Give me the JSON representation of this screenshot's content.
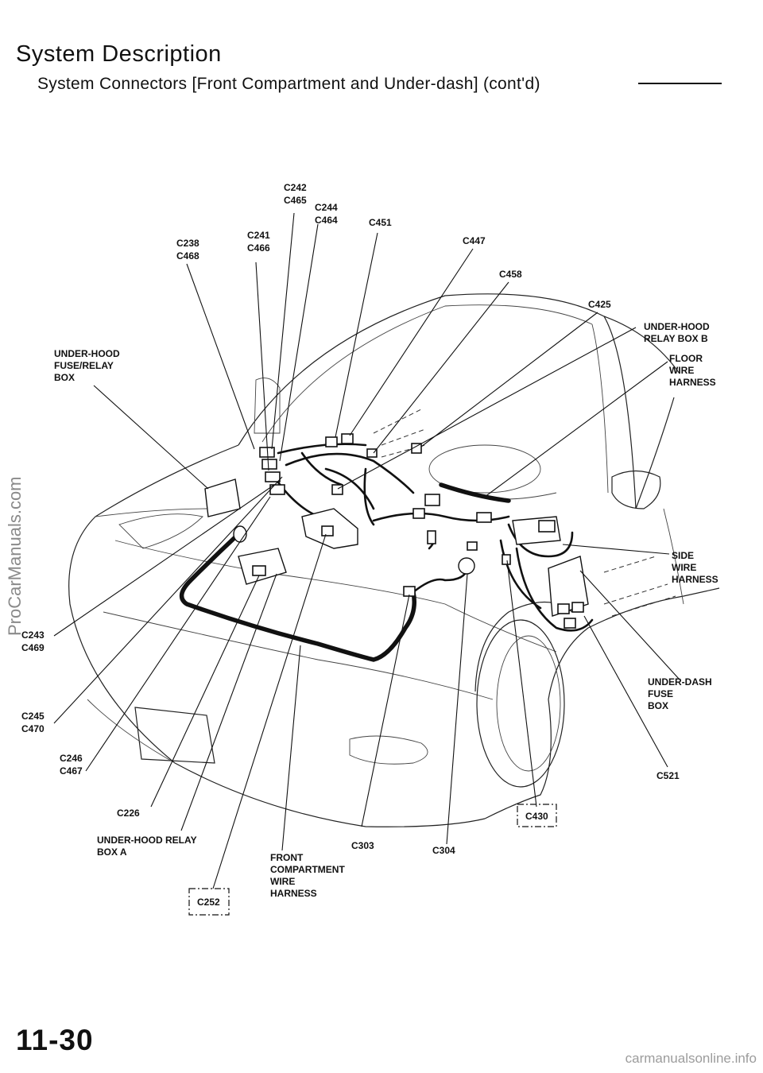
{
  "header": {
    "title": "System Description",
    "subtitle": "System Connectors [Front Compartment and Under-dash] (cont'd)"
  },
  "watermark": "ProCarManuals.com",
  "page_number": "11-30",
  "footer_site": "carmanualsonline.info",
  "labels": {
    "c242_c465": [
      "C242",
      "C465"
    ],
    "c244_c464": [
      "C244",
      "C464"
    ],
    "c451": [
      "C451"
    ],
    "c238_c468": [
      "C238",
      "C468"
    ],
    "c241_c466": [
      "C241",
      "C466"
    ],
    "c447": [
      "C447"
    ],
    "c458": [
      "C458"
    ],
    "c425": [
      "C425"
    ],
    "uh_relay_b": [
      "UNDER-HOOD",
      "RELAY BOX B"
    ],
    "floor_harness": [
      "FLOOR",
      "WIRE",
      "HARNESS"
    ],
    "uh_fuse_relay": [
      "UNDER-HOOD",
      "FUSE/RELAY",
      "BOX"
    ],
    "side_harness": [
      "SIDE",
      "WIRE",
      "HARNESS"
    ],
    "c243_c469": [
      "C243",
      "C469"
    ],
    "c245_c470": [
      "C245",
      "C470"
    ],
    "c246_c467": [
      "C246",
      "C467"
    ],
    "ud_fuse": [
      "UNDER-DASH",
      "FUSE",
      "BOX"
    ],
    "c521": [
      "C521"
    ],
    "c226": [
      "C226"
    ],
    "c430": [
      "C430"
    ],
    "uh_relay_a": [
      "UNDER-HOOD RELAY",
      "BOX A"
    ],
    "c303": [
      "C303"
    ],
    "c304": [
      "C304"
    ],
    "front_harness": [
      "FRONT",
      "COMPARTMENT",
      "WIRE",
      "HARNESS"
    ],
    "c252": [
      "C252"
    ]
  }
}
